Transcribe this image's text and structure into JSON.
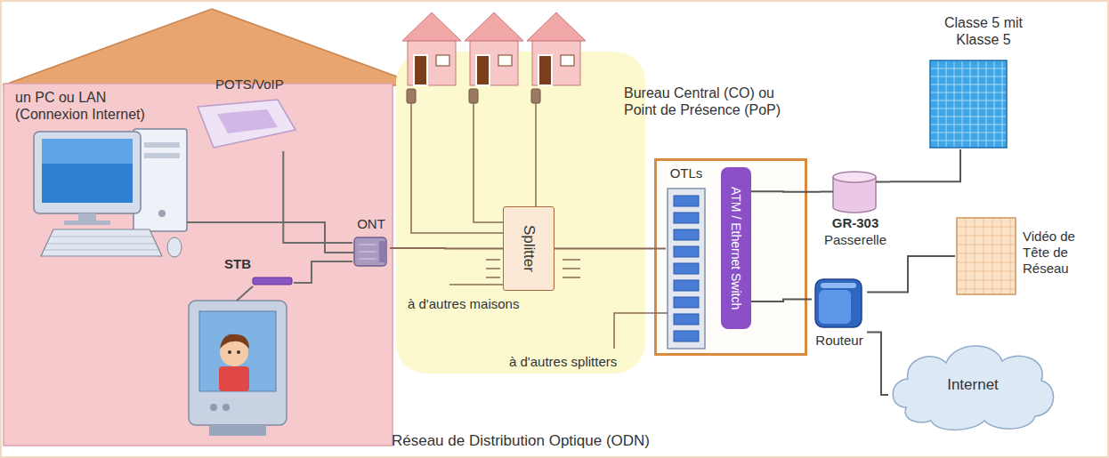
{
  "diagram": {
    "nodes": [
      {
        "text": [
          "un PC ou LAN (Connexion Internet)"
        ]
      },
      {
        "text": [
          "POTS/VoIP"
        ],
        "in": 0
      },
      {
        "text": [
          "ONT"
        ],
        "in": 0
      },
      {
        "text": [
          "STB"
        ],
        "in": 0
      },
      {
        "text": [
          "Réseau de Distribution Optique (ODN)"
        ]
      },
      {
        "text": [
          "Splitter"
        ],
        "in": 4
      },
      {
        "text": [
          "Bureau Central (CO) ou Point de Présence (PoP)"
        ]
      },
      {
        "text": [
          "OTLs"
        ],
        "in": 6
      },
      {
        "text": [
          "ATM / Ethernet Switch"
        ],
        "in": 6
      },
      {
        "text": [
          "GR-303",
          "Passerelle"
        ]
      },
      {
        "text": [
          "Classe 5 mit Klasse 5"
        ]
      },
      {
        "text": [
          "Vidéo de Tête de Réseau"
        ]
      },
      {
        "text": [
          "Routeur"
        ]
      },
      {
        "text": [
          "Internet"
        ]
      }
    ],
    "edges": [
      {
        "from": 2,
        "to": 1,
        "arrow": "none"
      },
      {
        "from": 2,
        "to": 3,
        "arrow": "none"
      },
      {
        "from": 2,
        "to": 5,
        "arrow": "none"
      },
      {
        "from": 5,
        "to": 7,
        "arrow": "none"
      },
      {
        "from": 8,
        "to": 9,
        "arrow": "none"
      },
      {
        "from": 9,
        "to": 10,
        "arrow": "none"
      },
      {
        "from": 8,
        "to": 12,
        "arrow": "none"
      },
      {
        "from": 12,
        "to": 11,
        "arrow": "none"
      },
      {
        "from": 12,
        "to": 13,
        "arrow": "none"
      }
    ],
    "labels": [
      "à d'autres maisons",
      "à d'autres splitters"
    ]
  }
}
